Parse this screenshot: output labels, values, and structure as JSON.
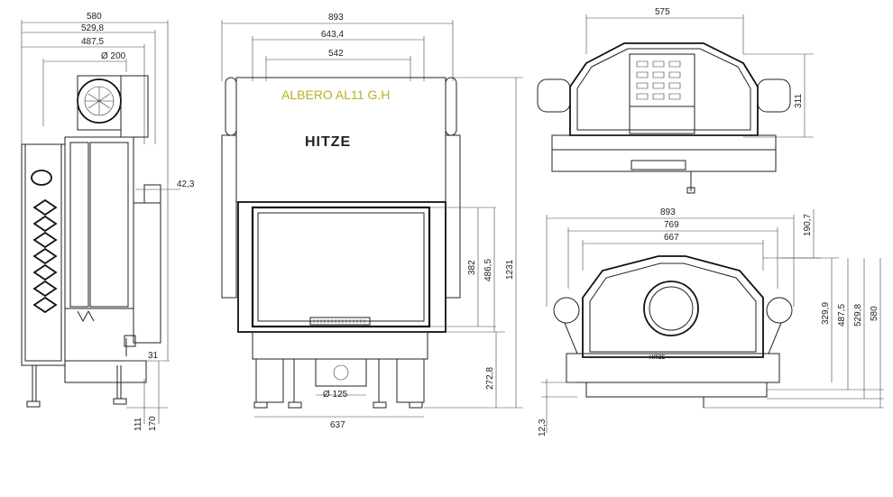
{
  "title": "ALBERO AL11 G.H",
  "brand": "HITZE",
  "side_view": {
    "width_580": "580",
    "width_5298": "529,8",
    "width_4875": "487,5",
    "flue_dia": "Ø 200",
    "offset": "42,3",
    "foot_31": "31",
    "h_111": "111",
    "h_170": "170"
  },
  "front_view": {
    "width_893": "893",
    "width_6434": "643,4",
    "width_542": "542",
    "height_382": "382",
    "height_4865": "486,5",
    "height_1231": "1231",
    "height_2728": "272,8",
    "air_dia": "Ø 125",
    "base_637": "637"
  },
  "top_view": {
    "width_575": "575",
    "height_311": "311"
  },
  "plan_view": {
    "width_893": "893",
    "width_769": "769",
    "width_667": "667",
    "d_1907": "190,7",
    "d_3299": "329,9",
    "d_4875": "487,5",
    "d_5298": "529,8",
    "d_580": "580",
    "d_123": "12,3",
    "logo_small": "HITZE"
  }
}
